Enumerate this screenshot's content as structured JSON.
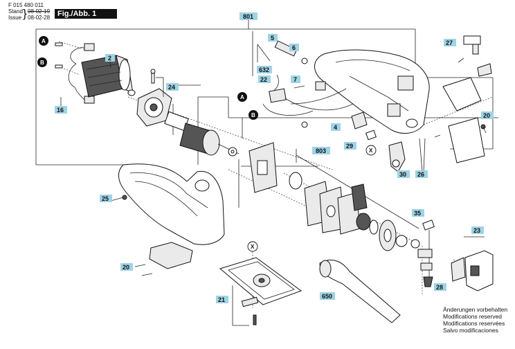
{
  "header": {
    "part_number": "F 015 480 011",
    "stand_label": "Stand",
    "stand_date_old": "08-02-19",
    "issue_label": "Issue",
    "issue_date": "08-02-28",
    "figure_label": "Fig./Abb. 1"
  },
  "callouts": {
    "c801": "801",
    "c803": "803",
    "c2": "2",
    "c5": "5",
    "c6": "6",
    "c632": "632",
    "c7": "7",
    "c22": "22",
    "c24": "24",
    "c16": "16",
    "c27": "27",
    "c20a": "20",
    "c4": "4",
    "c29": "29",
    "c30": "30",
    "c26": "26",
    "c25": "25",
    "c35": "35",
    "c23": "23",
    "c28": "28",
    "c20b": "20",
    "c21": "21",
    "c650": "650"
  },
  "markers": {
    "a1": "A",
    "b1": "B",
    "a2": "A",
    "b2": "B",
    "x1": "X",
    "x2": "X"
  },
  "notice": {
    "line1": "Änderungen vorbehalten",
    "line2": "Modifications reserved",
    "line3": "Modifications reservées",
    "line4": "Salvo modificaciones"
  }
}
